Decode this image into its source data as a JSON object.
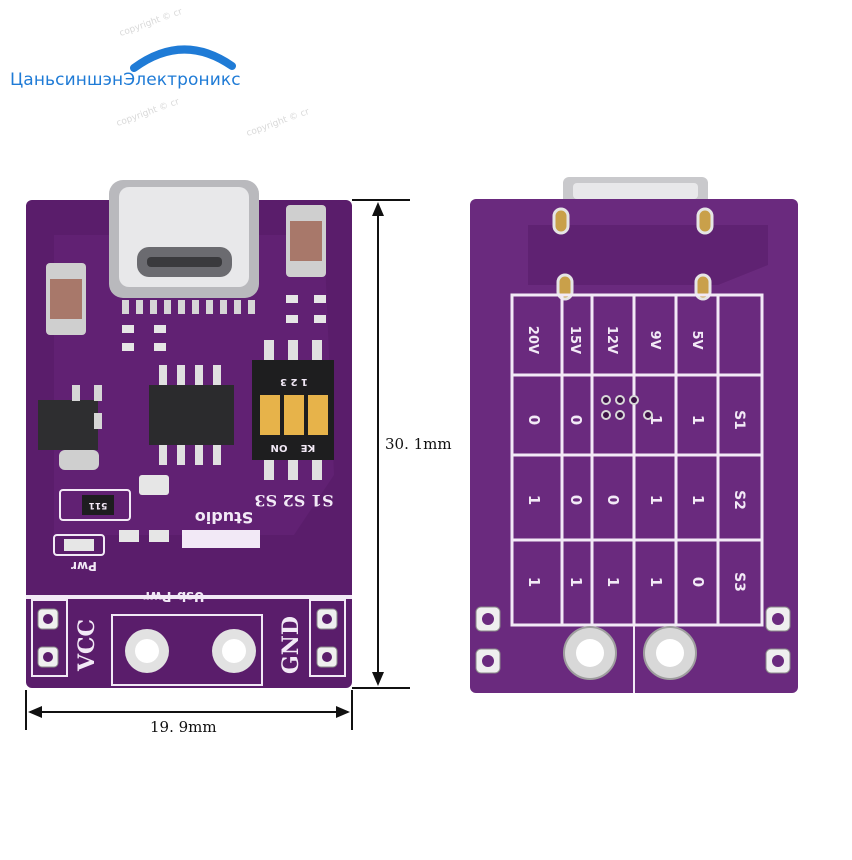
{
  "brand": {
    "name": "ЦаньсиншэнЭлектроникс",
    "watermark": "copyright © cr",
    "accent_color": "#1f7bd6",
    "logo_icon": "arc-logo-icon"
  },
  "dimensions": {
    "height": "30. 1mm",
    "width": "19. 9mm"
  },
  "front_board": {
    "color": "#5a1d6b",
    "silk_s1s2s3": "S1 S2 S3",
    "silk_studio": "Studio",
    "silk_usb_pwr": "Usb-Pwr",
    "silk_pwr": "Pwr",
    "silk_vcc": "VCC",
    "silk_gnd": "GND",
    "dip_on": "ON",
    "dip_ke": "KE",
    "dip_nums": "1 2 3",
    "resistor_code": "511"
  },
  "back_board": {
    "voltages": [
      "20V",
      "15V",
      "12V",
      "9V",
      "5V"
    ],
    "row_labels": [
      "S1",
      "S2",
      "S3"
    ],
    "table": [
      [
        "0",
        "0",
        "",
        "1",
        "1"
      ],
      [
        "1",
        "0",
        "0",
        "1",
        "1"
      ],
      [
        "1",
        "1",
        "1",
        "1",
        "0"
      ]
    ]
  }
}
